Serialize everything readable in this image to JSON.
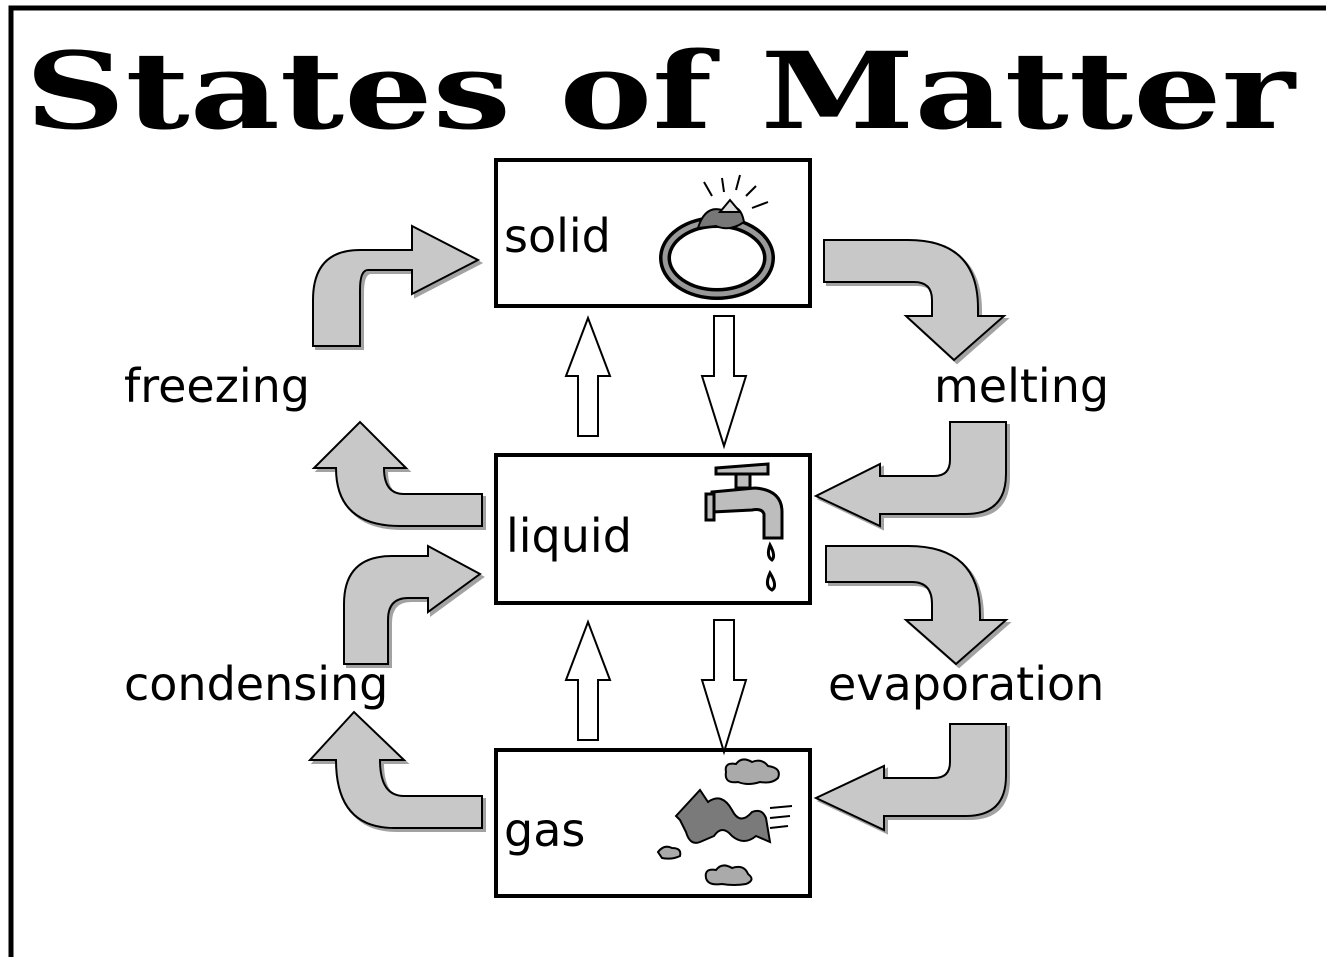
{
  "title": "States of Matter",
  "states": {
    "solid": {
      "label": "solid",
      "icon": "ring-icon"
    },
    "liquid": {
      "label": "liquid",
      "icon": "faucet-icon"
    },
    "gas": {
      "label": "gas",
      "icon": "wind-clouds-icon"
    }
  },
  "processes": {
    "freezing": "freezing",
    "melting": "melting",
    "condensing": "condensing",
    "evaporation": "evaporation"
  },
  "colors": {
    "arrow_fill": "#c8c8c8",
    "line": "#000000",
    "background": "#ffffff"
  }
}
